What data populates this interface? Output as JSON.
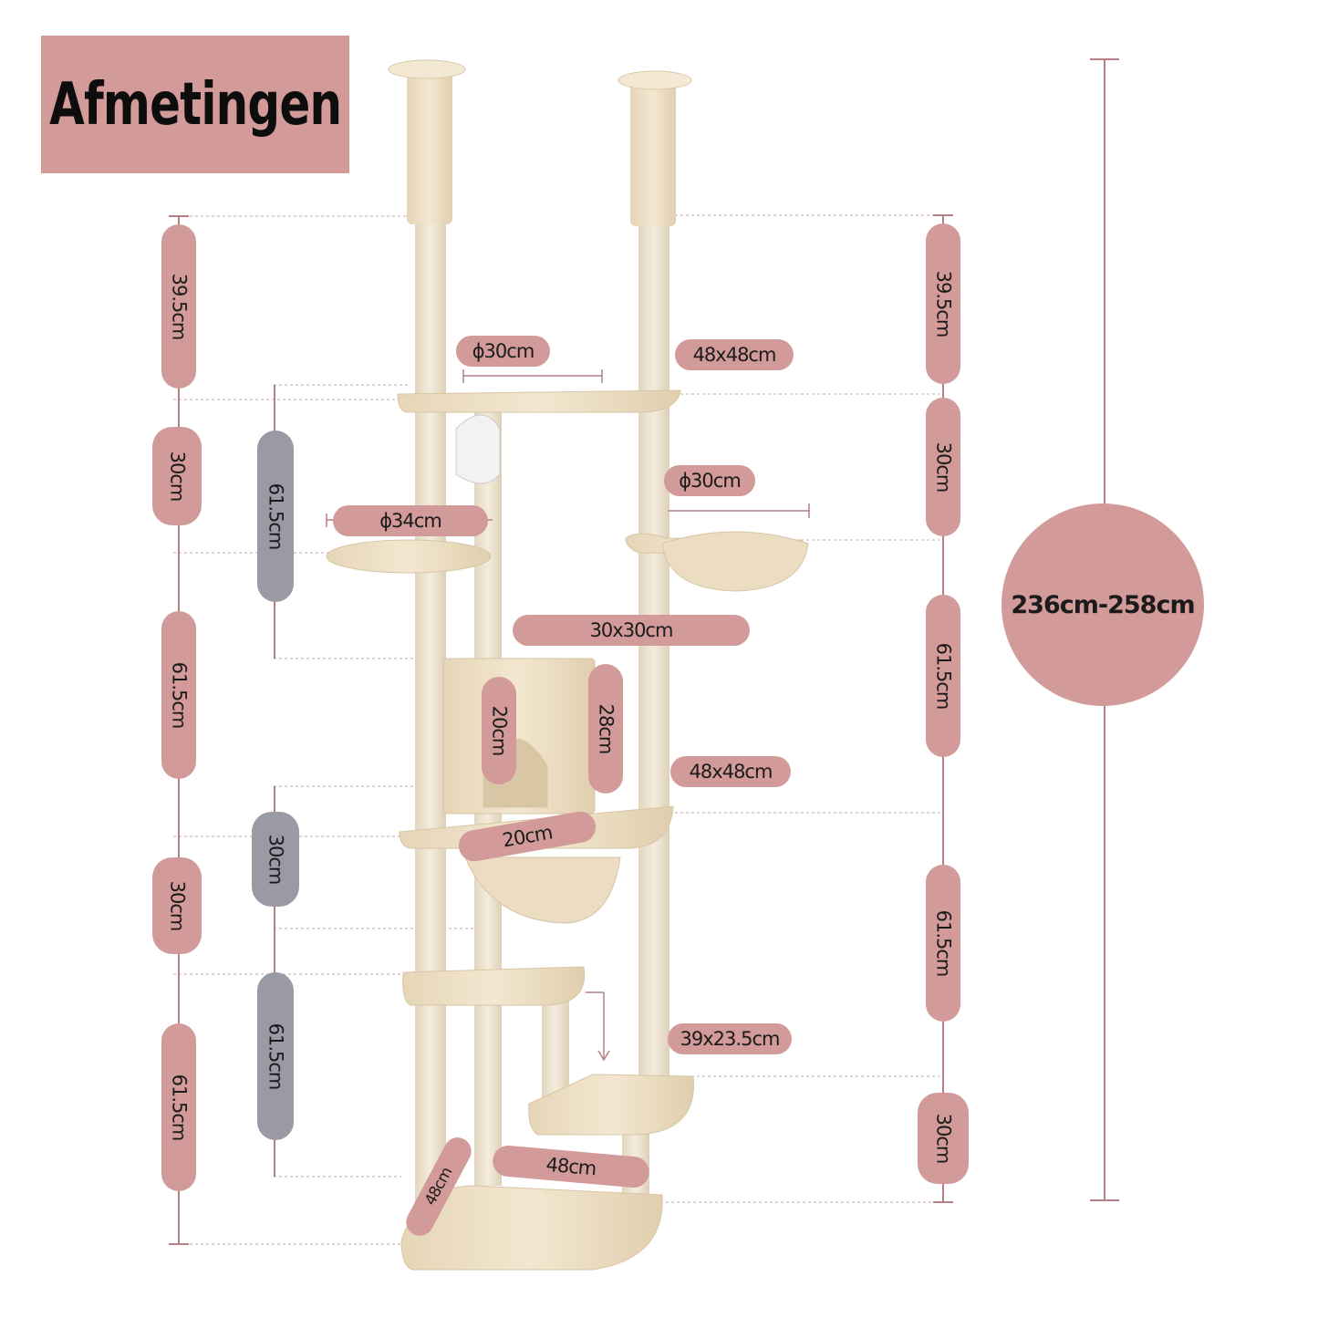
{
  "title": "Afmetingen",
  "total_height": "236cm-258cm",
  "left_dimensions": [
    "39.5cm",
    "30cm",
    "61.5cm",
    "30cm",
    "61.5cm"
  ],
  "inner_left_dimensions": [
    "61.5cm",
    "30cm",
    "61.5cm"
  ],
  "right_dimensions": [
    "39.5cm",
    "30cm",
    "61.5cm",
    "61.5cm",
    "30cm"
  ],
  "platform_labels": {
    "top_bowl_diameter": "ϕ30cm",
    "top_platform": "48x48cm",
    "right_basket_diameter": "ϕ30cm",
    "left_round_platform": "ϕ34cm",
    "condo_top": "30x30cm",
    "condo_inner_height": "20cm",
    "condo_height": "28cm",
    "middle_platform": "48x48cm",
    "hammock_width": "20cm",
    "step_platform": "39x23.5cm",
    "base_width": "48cm",
    "base_depth": "48cm"
  },
  "colors": {
    "accent_pink": "#d39a9a",
    "accent_gray": "#999aa3",
    "plush_beige": "#efe3cc",
    "sisal": "#ede4d2",
    "line": "#b57f85"
  }
}
